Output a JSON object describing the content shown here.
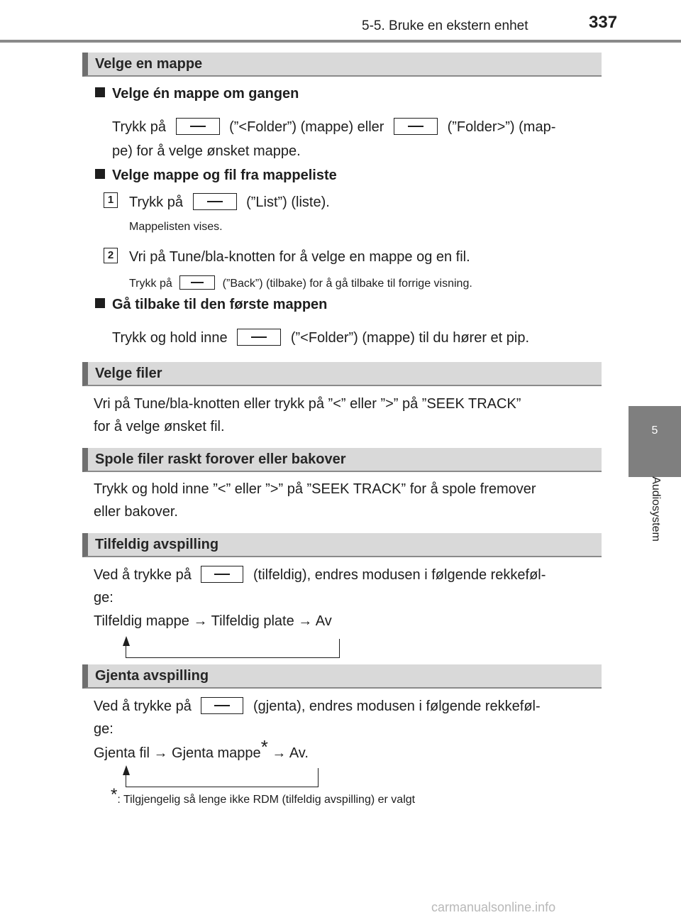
{
  "header": {
    "section": "5-5. Bruke en ekstern enhet",
    "page_number": "337"
  },
  "side_tab": {
    "chapter_number": "5",
    "chapter_label": "Audiosystem"
  },
  "sections": {
    "velge_mappe": {
      "title": "Velge en mappe",
      "sub1_title": "Velge én mappe om gangen",
      "sub1_p1_a": "Trykk på",
      "sub1_p1_b": "(”<Folder”) (mappe) eller",
      "sub1_p1_c": "(”Folder>”) (map-",
      "sub1_p1_d": "pe) for å velge ønsket mappe.",
      "sub2_title": "Velge mappe og fil fra mappeliste",
      "step1_num": "1",
      "step1_a": "Trykk på",
      "step1_b": "(”List”) (liste).",
      "step1_note": "Mappelisten vises.",
      "step2_num": "2",
      "step2_text": "Vri på Tune/bla-knotten for å velge en mappe og en fil.",
      "step2_note_a": "Trykk på",
      "step2_note_b": "(”Back”) (tilbake) for å gå tilbake til forrige visning.",
      "sub3_title": "Gå tilbake til den første mappen",
      "sub3_a": "Trykk og hold inne",
      "sub3_b": "(”<Folder”) (mappe) til du hører et pip."
    },
    "velge_filer": {
      "title": "Velge filer",
      "line1": "Vri på Tune/bla-knotten eller trykk på ”<” eller ”>” på ”SEEK TRACK”",
      "line2": "for å velge ønsket fil."
    },
    "spole": {
      "title": "Spole filer raskt forover eller bakover",
      "line1": "Trykk og hold inne ”<” eller ”>” på ”SEEK TRACK” for å spole fremover",
      "line2": "eller bakover."
    },
    "tilfeldig": {
      "title": "Tilfeldig avspilling",
      "line1_a": "Ved å trykke på",
      "line1_b": "(tilfeldig), endres modusen i følgende rekkeføl-",
      "line2": "ge:",
      "sequence": "Tilfeldig mappe → Tilfeldig plate → Av"
    },
    "gjenta": {
      "title": "Gjenta avspilling",
      "line1_a": "Ved å trykke på",
      "line1_b": "(gjenta), endres modusen i følgende rekkeføl-",
      "line2": "ge:",
      "sequence_a": "Gjenta fil → Gjenta mappe",
      "asterisk": "*",
      "sequence_b": "→ Av.",
      "footnote_mark": "*",
      "footnote": ": Tilgjengelig så lenge ikke RDM (tilfeldig avspilling) er valgt"
    }
  },
  "watermark": "carmanualsonline.info"
}
